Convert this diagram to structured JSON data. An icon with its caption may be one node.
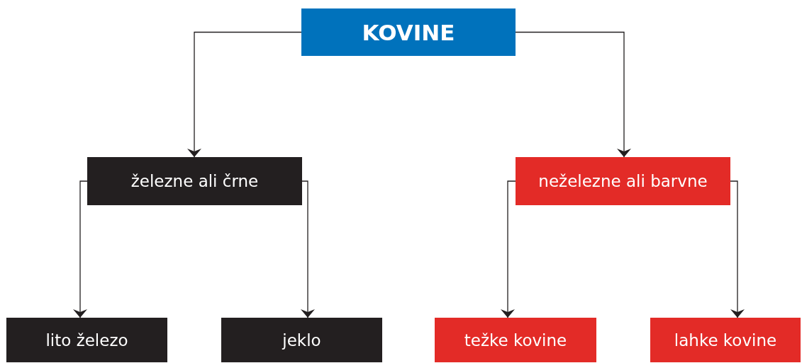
{
  "diagram": {
    "nodes": [
      {
        "text": [
          "KOVINE"
        ]
      },
      {
        "text": [
          "železne ali črne"
        ]
      },
      {
        "text": [
          "neželezne ali barvne"
        ]
      },
      {
        "text": [
          "lito železo"
        ]
      },
      {
        "text": [
          "jeklo"
        ]
      },
      {
        "text": [
          "težke kovine"
        ]
      },
      {
        "text": [
          "lahke kovine"
        ]
      }
    ],
    "edges": [
      {
        "from": 0,
        "to": 1,
        "arrow": "to"
      },
      {
        "from": 0,
        "to": 2,
        "arrow": "to"
      },
      {
        "from": 1,
        "to": 3,
        "arrow": "to"
      },
      {
        "from": 1,
        "to": 4,
        "arrow": "to"
      },
      {
        "from": 2,
        "to": 5,
        "arrow": "to"
      },
      {
        "from": 2,
        "to": 6,
        "arrow": "to"
      }
    ]
  }
}
